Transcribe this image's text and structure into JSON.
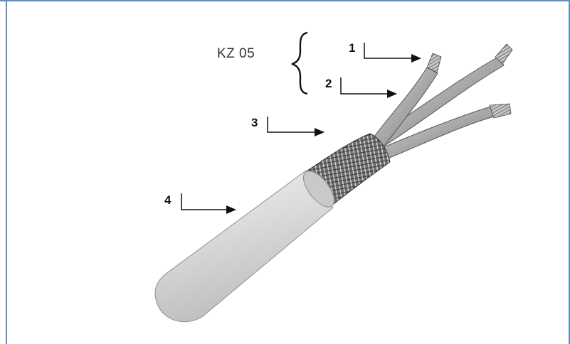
{
  "diagram": {
    "group_label": "KZ 05",
    "callouts": [
      {
        "number": "1"
      },
      {
        "number": "2"
      },
      {
        "number": "3"
      },
      {
        "number": "4"
      }
    ]
  },
  "colors": {
    "frame": "#5b8fc9",
    "jacket": "#d9d9d9",
    "braid": "#7a7a7a",
    "conductor": "#b5b5b5",
    "text": "#111111"
  }
}
